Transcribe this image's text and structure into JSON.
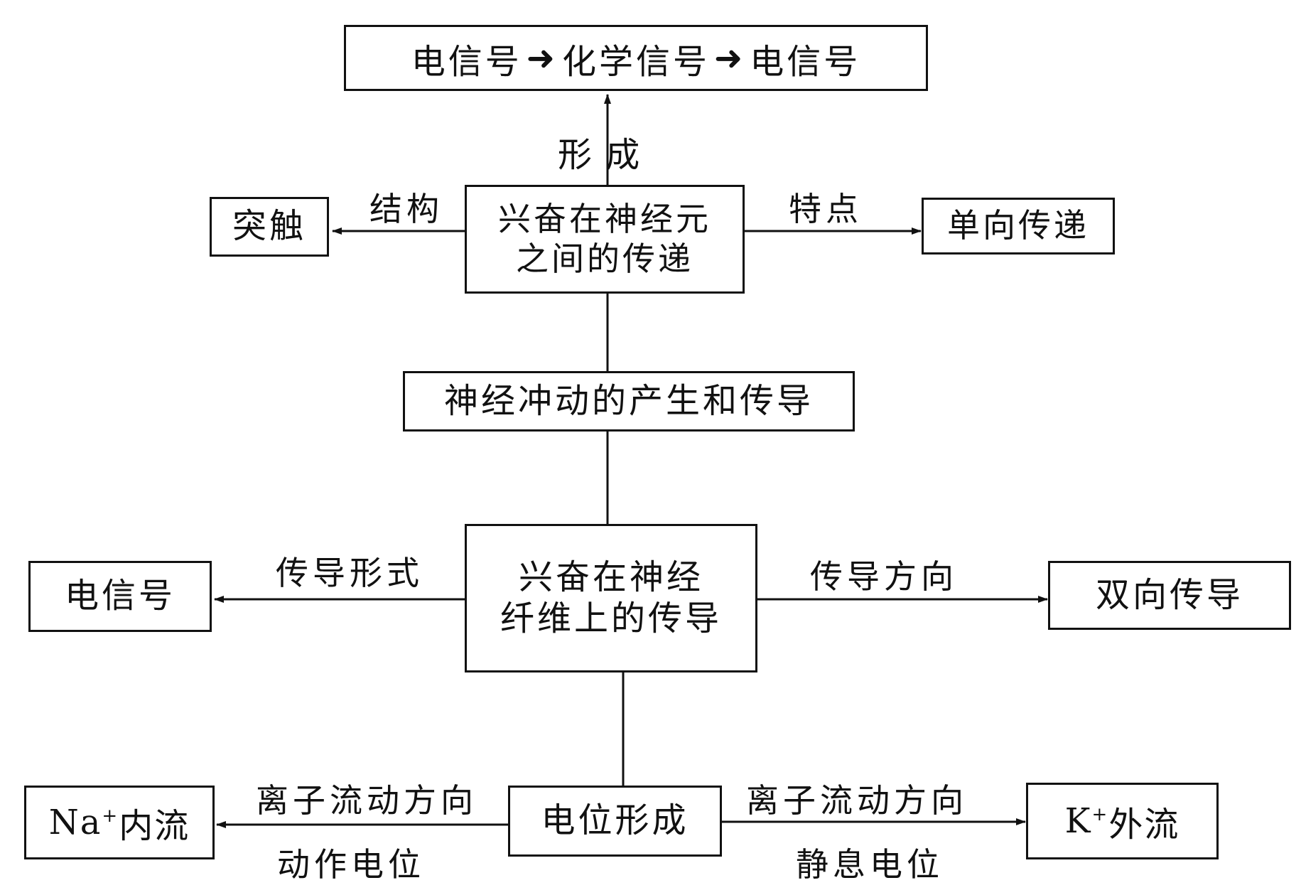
{
  "top_box": {
    "part1": "电信号",
    "part2": "化学信号",
    "part3": "电信号",
    "arrow_icon": "right-arrow"
  },
  "synapse_center": {
    "text": "兴奋在神经元\n之间的传递"
  },
  "synapse_left": {
    "text": "突触",
    "edge_label": "结构"
  },
  "synapse_right": {
    "text": "单向传递",
    "edge_label": "特点"
  },
  "synapse_up_label": "形 成",
  "root": {
    "text": "神经冲动的产生和传导"
  },
  "fiber_center": {
    "text": "兴奋在神经\n纤维上的传导"
  },
  "fiber_left": {
    "text": "电信号",
    "edge_label": "传导形式"
  },
  "fiber_right": {
    "text": "双向传导",
    "edge_label": "传导方向"
  },
  "potential": {
    "text": "电位形成"
  },
  "action_potential": {
    "ion": "Na",
    "charge": "+",
    "flow": "内流",
    "edge_label_top": "离子流动方向",
    "edge_label_bottom": "动作电位"
  },
  "resting_potential": {
    "ion": "K",
    "charge": "+",
    "flow": "外流",
    "edge_label_top": "离子流动方向",
    "edge_label_bottom": "静息电位"
  }
}
